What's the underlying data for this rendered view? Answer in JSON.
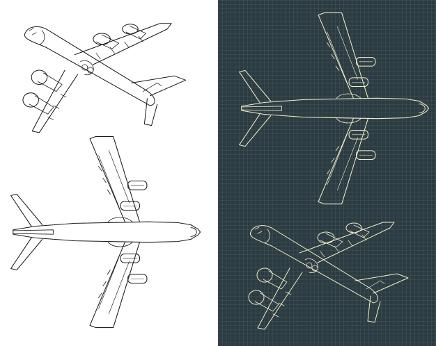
{
  "illustration": {
    "subject": "transport-aircraft-blueprint-set",
    "colors": {
      "light_background": "#ffffff",
      "light_line": "#1a1a1a",
      "dark_background": "#2c3c43",
      "dark_line": "#f3edc8"
    },
    "views": [
      "perspective-bottom",
      "top-plan",
      "top-plan",
      "perspective-bottom"
    ]
  }
}
